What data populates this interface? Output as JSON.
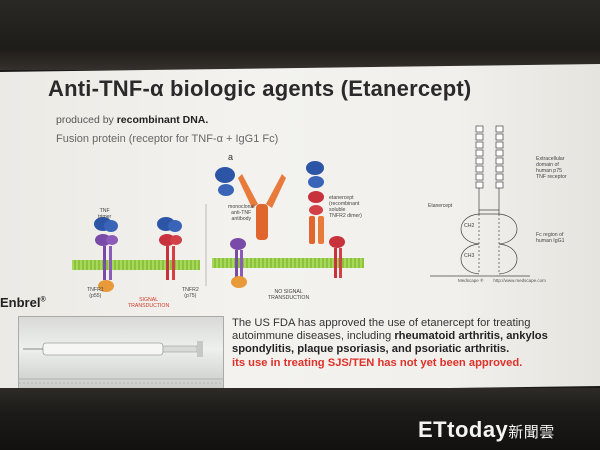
{
  "slide": {
    "title": "Anti-TNF-α biologic agents (Etanercept)",
    "subtitle_prefix": "produced by ",
    "subtitle_bold": "recombinant DNA.",
    "subtitle2": "Fusion protein (receptor for TNF-α + IgG1 Fc)"
  },
  "diagram": {
    "panel_letter": "a",
    "tnf_trimer": "TNF\ntrimer",
    "tnfr1": "TNFR1\n(p55)",
    "tnfr2": "TNFR2\n(p75)",
    "signal": "SIGNAL\nTRANSDUCTION",
    "monoclonal": "monoclonal\nanti-TNF\nantibody",
    "etanercept": "etanercept\n(recombinant\nsoluble\nTNFR2 dimer)",
    "no_signal": "NO SIGNAL\nTRANSDUCTION",
    "right_label": "Etanercept",
    "right_ext": "Extracellular\ndomain of\nhuman p75\nTNF receptor",
    "right_fc": "Fc region of\nhuman IgG1",
    "ch2": "CH2",
    "ch3": "CH3",
    "medscape": "Medscape ®",
    "medscape_url": "http://www.medscape.com"
  },
  "product": {
    "name": "Enbrel",
    "reg": "®"
  },
  "fda_text": {
    "line1": "The US FDA has approved the use of etanercept for treating",
    "line2_plain": "autoimmune diseases, including ",
    "line2_bold": "rheumatoid arthritis, ankylos",
    "line3_bold": "spondylitis, plaque psoriasis, and psoriatic arthritis.",
    "warning": "its use in treating SJS/TEN has not yet been approved."
  },
  "watermark": {
    "latin": "ETtoday",
    "chinese": "新聞雲"
  },
  "colors": {
    "title": "#2a2a2a",
    "warning": "#e0302a",
    "membrane": "#9bcf4a",
    "tnf": "#2c55a6",
    "receptor1": "#7a4aa8",
    "receptor2": "#c8323c",
    "antibody": "#e87a3c"
  }
}
